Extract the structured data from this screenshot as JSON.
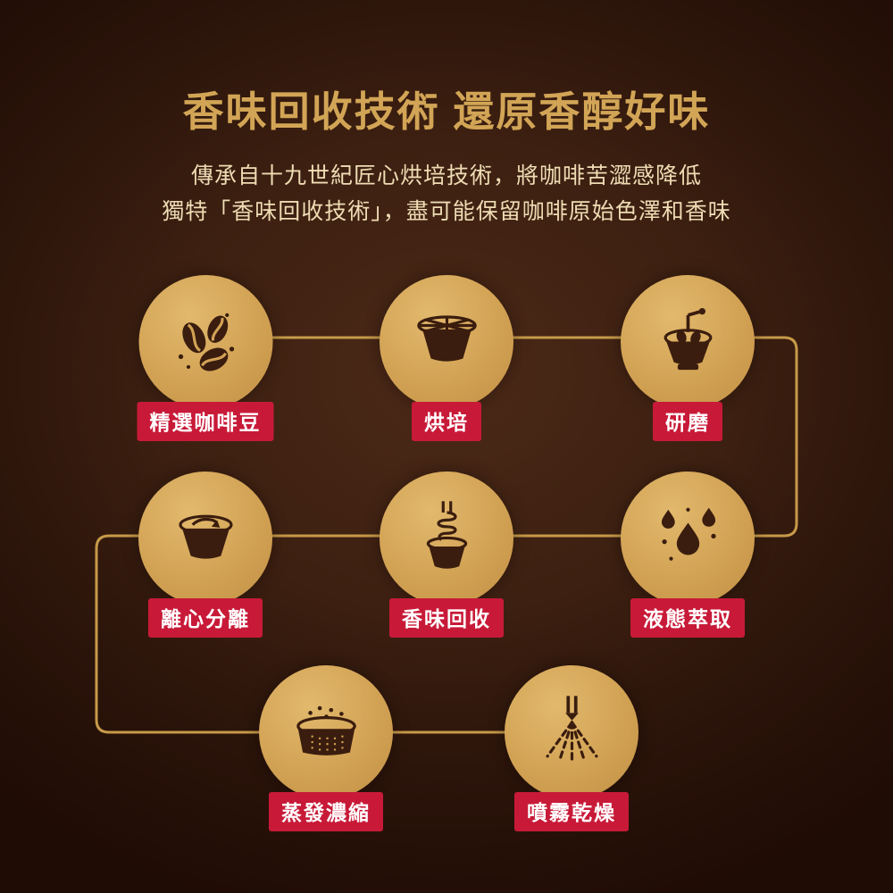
{
  "header": {
    "title": "香味回收技術 還原香醇好味",
    "subtitle_line1": "傳承自十九世紀匠心烘培技術，將咖啡苦澀感降低",
    "subtitle_line2": "獨特「香味回收技術」，盡可能保留咖啡原始色澤和香味"
  },
  "steps": [
    {
      "label": "精選咖啡豆",
      "icon": "coffee-beans-icon"
    },
    {
      "label": "烘培",
      "icon": "roasting-icon"
    },
    {
      "label": "研磨",
      "icon": "grinder-icon"
    },
    {
      "label": "離心分離",
      "icon": "centrifuge-icon"
    },
    {
      "label": "香味回收",
      "icon": "aroma-recovery-coil-icon"
    },
    {
      "label": "液態萃取",
      "icon": "liquid-drops-icon"
    },
    {
      "label": "蒸發濃縮",
      "icon": "evaporation-pan-icon"
    },
    {
      "label": "噴霧乾燥",
      "icon": "spray-nozzle-icon"
    }
  ],
  "colors": {
    "background_dark": "#2b140a",
    "circle_gold": "#d2a254",
    "title_gold": "#d2a556",
    "subtitle_cream": "#eedcb4",
    "label_red": "#c81a38",
    "line_gold": "#c79a49",
    "icon_brown": "#3a1d0e"
  }
}
